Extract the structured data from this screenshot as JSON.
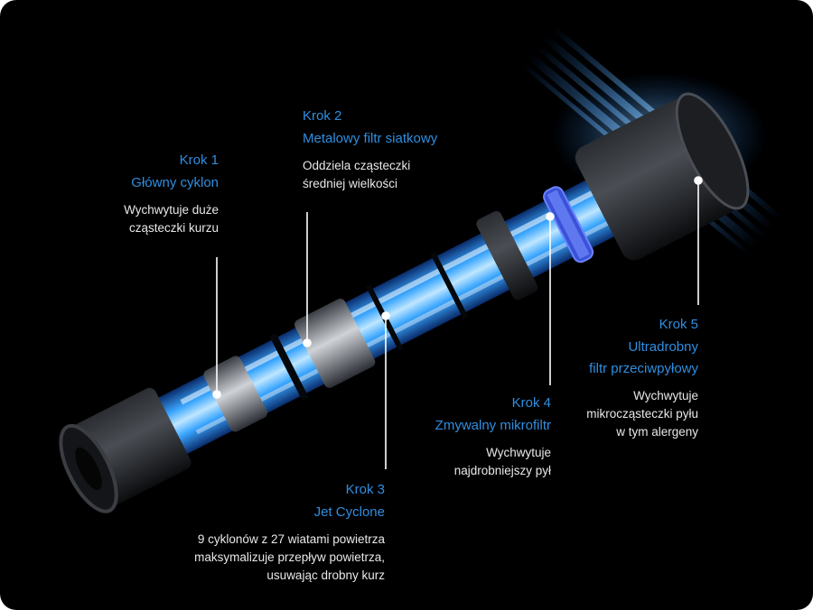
{
  "brand_color": "#2f8ee0",
  "background_color": "#000000",
  "steps": [
    {
      "step": "Krok 1",
      "name": "Główny cyklon",
      "desc": "Wychwytuje duże\ncząsteczki kurzu"
    },
    {
      "step": "Krok 2",
      "name": "Metalowy filtr siatkowy",
      "desc": "Oddziela cząsteczki\nśredniej wielkości"
    },
    {
      "step": "Krok 3",
      "name": "Jet Cyclone",
      "desc": "9 cyklonów z 27 wiatami powietrza\nmaksymalizuje przepływ powietrza,\nusuwając drobny kurz"
    },
    {
      "step": "Krok 4",
      "name": "Zmywalny mikrofiltr",
      "desc": "Wychwytuje\nnajdrobniejszy pył"
    },
    {
      "step": "Krok 5",
      "name": "Ultradrobny\nfiltr przeciwpyłowy",
      "desc": "Wychwytuje\nmikrocząsteczki pyłu\nw tym alergeny"
    }
  ]
}
